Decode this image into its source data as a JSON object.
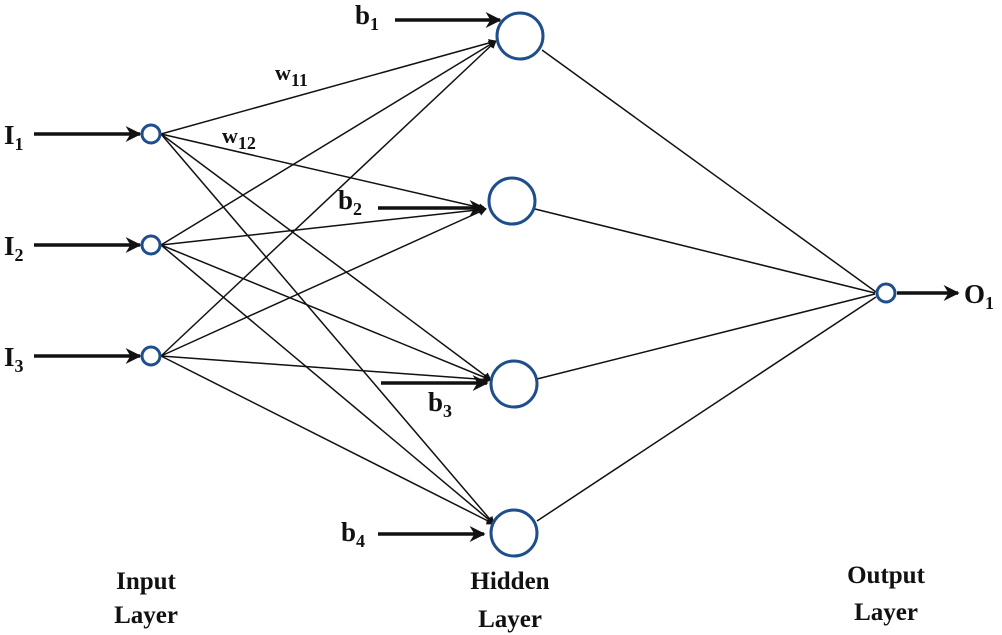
{
  "colors": {
    "node_stroke": "#1f4e8c",
    "line": "#111111"
  },
  "inputs": [
    {
      "main": "I",
      "sub": "1"
    },
    {
      "main": "I",
      "sub": "2"
    },
    {
      "main": "I",
      "sub": "3"
    }
  ],
  "biases": [
    {
      "main": "b",
      "sub": "1"
    },
    {
      "main": "b",
      "sub": "2"
    },
    {
      "main": "b",
      "sub": "3"
    },
    {
      "main": "b",
      "sub": "4"
    }
  ],
  "weights": [
    {
      "main": "w",
      "sub": "11"
    },
    {
      "main": "w",
      "sub": "12"
    }
  ],
  "output": {
    "main": "O",
    "sub": "1"
  },
  "layers": {
    "input": [
      "Input",
      "Layer"
    ],
    "hidden": [
      "Hidden",
      "Layer"
    ],
    "output": [
      "Output",
      "Layer"
    ]
  }
}
